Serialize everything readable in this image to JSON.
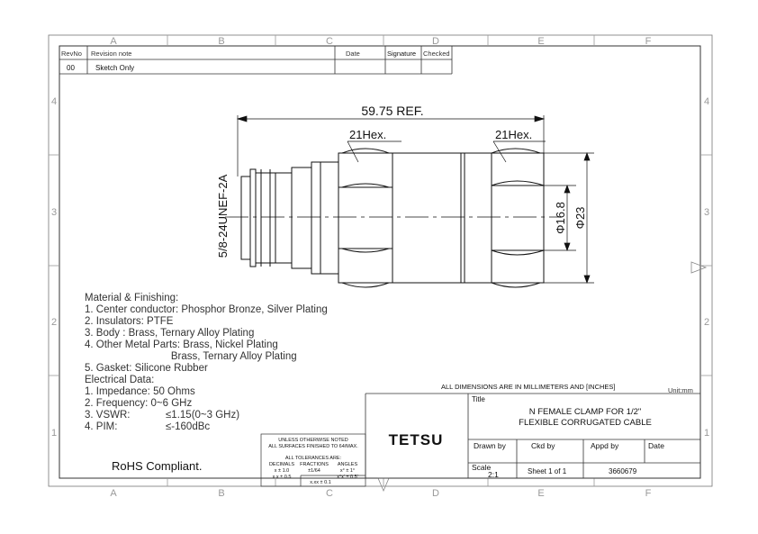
{
  "grid": {
    "columns": [
      "A",
      "B",
      "C",
      "D",
      "E",
      "F"
    ],
    "rows": [
      "4",
      "3",
      "2",
      "1"
    ]
  },
  "revision": {
    "headers": {
      "rev": "RevNo",
      "note": "Revision note",
      "date": "Date",
      "signature": "Signature",
      "checked": "Checked"
    },
    "row": {
      "rev": "00",
      "note": "Sketch Only"
    }
  },
  "drawing": {
    "overall_length": "59.75 REF.",
    "hex_left": "21Hex.",
    "hex_right": "21Hex.",
    "thread": "5/8-24UNEF-2A",
    "dia_inner": "Φ16.8",
    "dia_outer": "Φ23"
  },
  "specs": {
    "lines": [
      "Material & Finishing:",
      "1. Center conductor: Phosphor Bronze, Silver Plating",
      "2. Insulators: PTFE",
      "3. Body : Brass, Ternary Alloy Plating",
      "4. Other Metal Parts: Brass, Nickel Plating",
      "                              Brass, Ternary Alloy Plating",
      "5. Gasket: Silicone Rubber",
      "Electrical Data:",
      "1. Impedance: 50 Ohms",
      "2. Frequency: 0~6 GHz"
    ],
    "vswr_label": "3. VSWR:",
    "vswr_value": "≤1.15(0~3 GHz)",
    "pim_label": "4. PIM:",
    "pim_value": "≤-160dBc"
  },
  "rohs": "RoHS Compliant.",
  "tolerance": {
    "line1": "UNLESS OTHERWISE NOTED",
    "line2": "ALL SURFACES FINISHED TO 64/MAX.",
    "title": "ALL TOLERANCES ARE:",
    "decimals": "DECIMALS",
    "fractions": "FRACTIONS",
    "angles": "ANGLES",
    "d1": "x ± 1.0",
    "d2": "x.x ± 0.5",
    "d3": "x.xx ± 0.1",
    "f1": "±1/64",
    "a1": "x° ± 1°",
    "a2": "x°x' ± 0.5'"
  },
  "title_block": {
    "dims_note": "ALL DIMENSIONS ARE IN MILLIMETERS AND [INCHES]",
    "unit": "Unit:mm",
    "title_label": "Title",
    "title_line1": "N FEMALE CLAMP FOR 1/2\"",
    "title_line2": "FLEXIBLE CORRUGATED CABLE",
    "company": "TETSU",
    "drawn_by": "Drawn by",
    "ckd_by": "Ckd by",
    "appd_by": "Appd by",
    "date": "Date",
    "scale_label": "Scale",
    "scale_value": "2:1",
    "sheet": "Sheet 1 of 1",
    "part_no": "3660679"
  }
}
